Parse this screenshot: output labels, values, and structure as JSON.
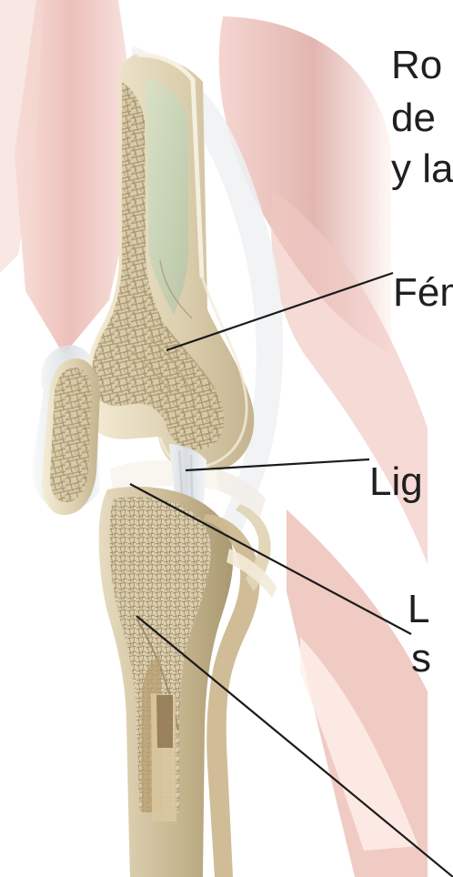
{
  "intro": {
    "line1": "Ro",
    "line2": "de",
    "line3": "y la"
  },
  "labels": {
    "femur": "Fém",
    "ligament": "Lig",
    "cartilage_line1": "L",
    "cartilage_line2": "s"
  },
  "colors": {
    "background": "#ffffff",
    "bone": "#e8ddc4",
    "spongy_bone": "#c9b991",
    "muscle": "#e6b2ac",
    "tendon": "#dfe4ea",
    "line": "#1b1b1b",
    "text": "#1f1f1f"
  }
}
